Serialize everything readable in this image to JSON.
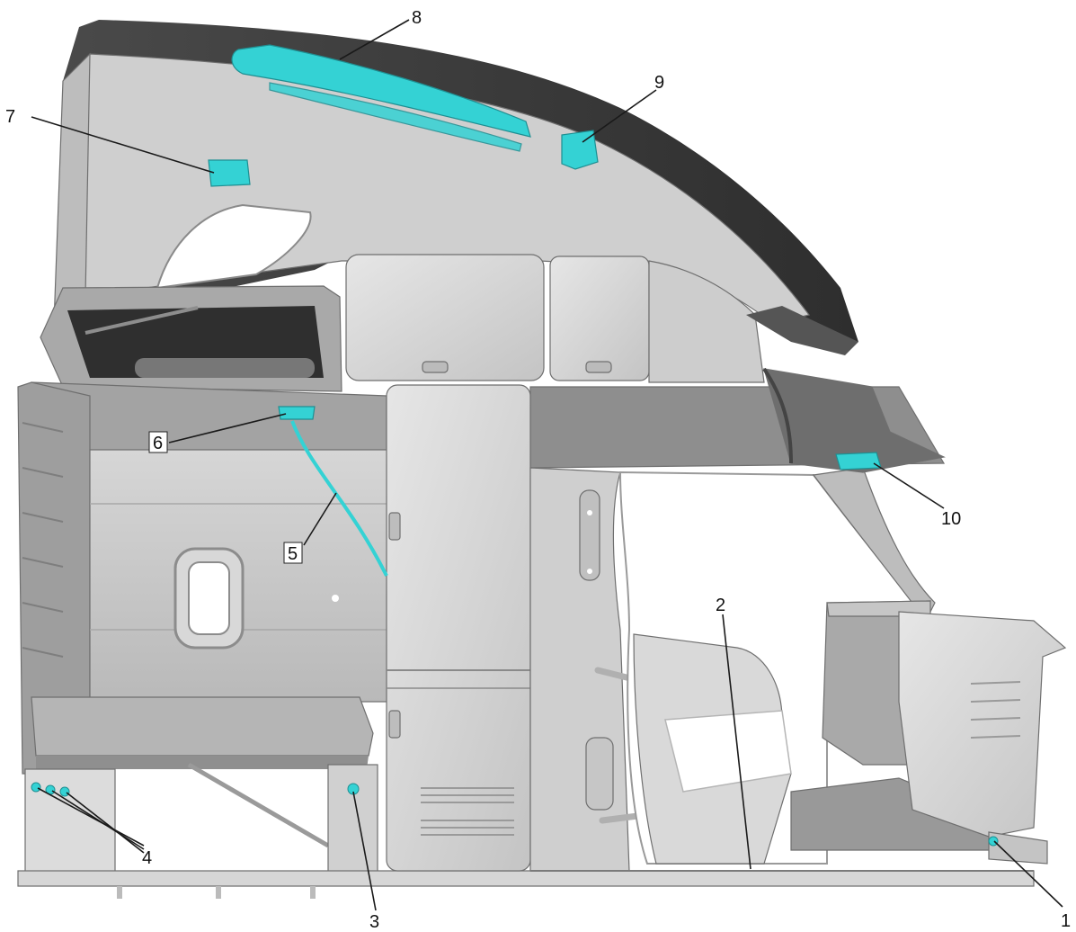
{
  "figure": {
    "callouts": [
      {
        "id": "1",
        "label": "1"
      },
      {
        "id": "2",
        "label": "2"
      },
      {
        "id": "3",
        "label": "3"
      },
      {
        "id": "4",
        "label": "4"
      },
      {
        "id": "5",
        "label": "5"
      },
      {
        "id": "6",
        "label": "6"
      },
      {
        "id": "7",
        "label": "7"
      },
      {
        "id": "8",
        "label": "8"
      },
      {
        "id": "9",
        "label": "9"
      },
      {
        "id": "10",
        "label": "10"
      }
    ],
    "colors": {
      "highlight": "#34d2d4",
      "roof_dark": "#3b3b3b",
      "panel_grey": "#c8c8c8",
      "panel_light": "#e0e0e0",
      "background": "#ffffff"
    }
  }
}
